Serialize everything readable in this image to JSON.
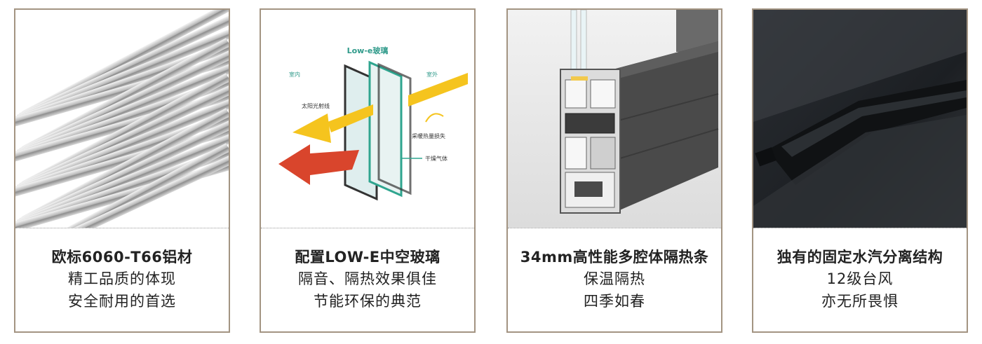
{
  "cards": [
    {
      "title": "欧标6060-T66铝材",
      "line1": "精工品质的体现",
      "line2": "安全耐用的首选",
      "image": "aluminum-bars"
    },
    {
      "title": "配置LOW-E中空玻璃",
      "line1": "隔音、隔热效果俱佳",
      "line2": "节能环保的典范",
      "image": "low-e-glass-diagram",
      "diagram": {
        "heading": "Low-e玻璃",
        "indoor": "室内",
        "outdoor": "室外",
        "sunlight": "太阳光射线",
        "heat_loss": "采暖热量损失",
        "dry_gas": "干燥气体"
      }
    },
    {
      "title": "34mm高性能多腔体隔热条",
      "line1": "保温隔热",
      "line2": "四季如春",
      "image": "profile-cross-section"
    },
    {
      "title": "独有的固定水汽分离结构",
      "line1": "12级台风",
      "line2": "亦无所畏惧",
      "image": "gasket-corner-closeup"
    }
  ]
}
